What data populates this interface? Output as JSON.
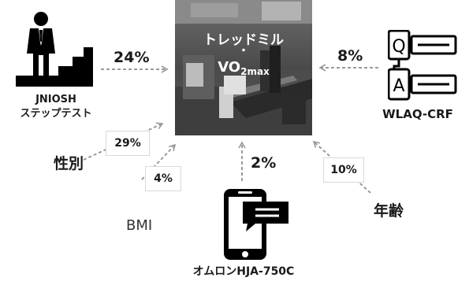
{
  "center": {
    "title": "トレッドミル",
    "separator": "・",
    "vo_main": "VO",
    "vo_sub": "2max"
  },
  "predictors": {
    "jniosh": {
      "line1": "JNIOSH",
      "line2": "ステップテスト",
      "percent": "24%",
      "icon": "person-on-steps-icon"
    },
    "wlaq": {
      "label": "WLAQ-CRF",
      "percent": "8%",
      "icon": "questionnaire-qa-icon"
    },
    "sex": {
      "label": "性別",
      "percent": "29%"
    },
    "bmi": {
      "label": "BMI",
      "percent": "4%"
    },
    "omron": {
      "label": "オムロンHJA-750C",
      "percent": "2%",
      "icon": "smartphone-chat-icon"
    },
    "age": {
      "label": "年齢",
      "percent": "10%"
    }
  },
  "colors": {
    "arrow": "#9a9a9a",
    "photo_dark": "#3a3a3a",
    "icon": "#000000"
  }
}
